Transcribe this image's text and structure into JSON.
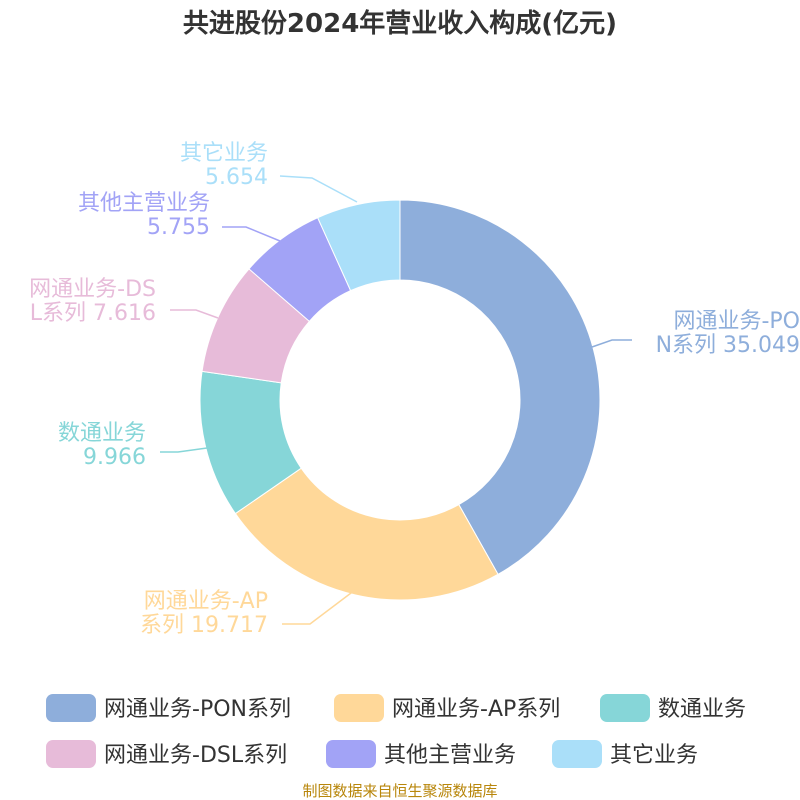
{
  "chart_data": {
    "type": "pie",
    "title": "共进股份2024年营业收入构成(亿元)",
    "donut": true,
    "legend_position": "bottom",
    "slices": [
      {
        "name": "网通业务-PON系列",
        "label_lines": [
          "网通业务-PO",
          "N系列 35.049"
        ],
        "value": 35.049,
        "color": "#8eaedb"
      },
      {
        "name": "网通业务-AP系列",
        "label_lines": [
          "网通业务-AP",
          "系列 19.717"
        ],
        "value": 19.717,
        "color": "#ffd899"
      },
      {
        "name": "数通业务",
        "label_lines": [
          "数通业务",
          "9.966"
        ],
        "value": 9.966,
        "color": "#86d6d8"
      },
      {
        "name": "网通业务-DSL系列",
        "label_lines": [
          "网通业务-DS",
          "L系列 7.616"
        ],
        "value": 7.616,
        "color": "#e7bbd9"
      },
      {
        "name": "其他主营业务",
        "label_lines": [
          "其他主营业务",
          "5.755"
        ],
        "value": 5.755,
        "color": "#a2a3f6"
      },
      {
        "name": "其它业务",
        "label_lines": [
          "其它业务",
          "5.654"
        ],
        "value": 5.654,
        "color": "#aadff9"
      }
    ]
  },
  "source": {
    "text": "制图数据来自恒生聚源数据库",
    "color": "#b8860b"
  }
}
